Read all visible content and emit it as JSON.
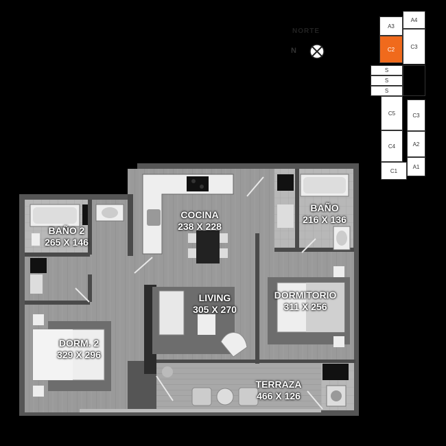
{
  "compass": {
    "label": "NORTE",
    "letter": "N"
  },
  "rooms": [
    {
      "id": "bano2",
      "name": "BAÑO 2",
      "dims": "265 X 146"
    },
    {
      "id": "cocina",
      "name": "COCINA",
      "dims": "238 X 228"
    },
    {
      "id": "bano",
      "name": "BAÑO",
      "dims": "216 X 136"
    },
    {
      "id": "living",
      "name": "LIVING",
      "dims": "305 X 270"
    },
    {
      "id": "dormitorio",
      "name": "DORMITORIO",
      "dims": "311 X 256"
    },
    {
      "id": "dorm2",
      "name": "DORM. 2",
      "dims": "329 X 296"
    },
    {
      "id": "terraza",
      "name": "TERRAZA",
      "dims": "466 X 126"
    }
  ],
  "key_plan": {
    "units": [
      "A3",
      "A4",
      "C2",
      "C3",
      "S",
      "S",
      "S",
      "C5",
      "C3",
      "C4",
      "A2",
      "C1",
      "A1"
    ],
    "highlight_color": "#f06a1c"
  }
}
